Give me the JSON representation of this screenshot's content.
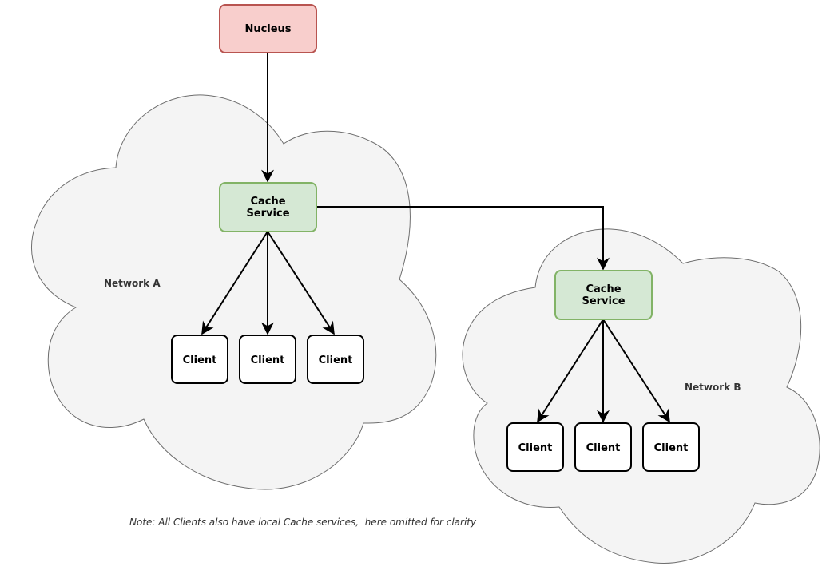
{
  "nucleus": {
    "label": "Nucleus",
    "fill": "#f8cecc",
    "stroke": "#b85450"
  },
  "network_a": {
    "label": "Network A",
    "cache_service": {
      "label_line1": "Cache",
      "label_line2": "Service",
      "fill": "#d5e8d4",
      "stroke": "#82b366"
    },
    "clients": [
      "Client",
      "Client",
      "Client"
    ]
  },
  "network_b": {
    "label": "Network B",
    "cache_service": {
      "label_line1": "Cache",
      "label_line2": "Service",
      "fill": "#d5e8d4",
      "stroke": "#82b366"
    },
    "clients": [
      "Client",
      "Client",
      "Client"
    ]
  },
  "note": "Note: All Clients also have local Cache services,  here omitted for clarity"
}
